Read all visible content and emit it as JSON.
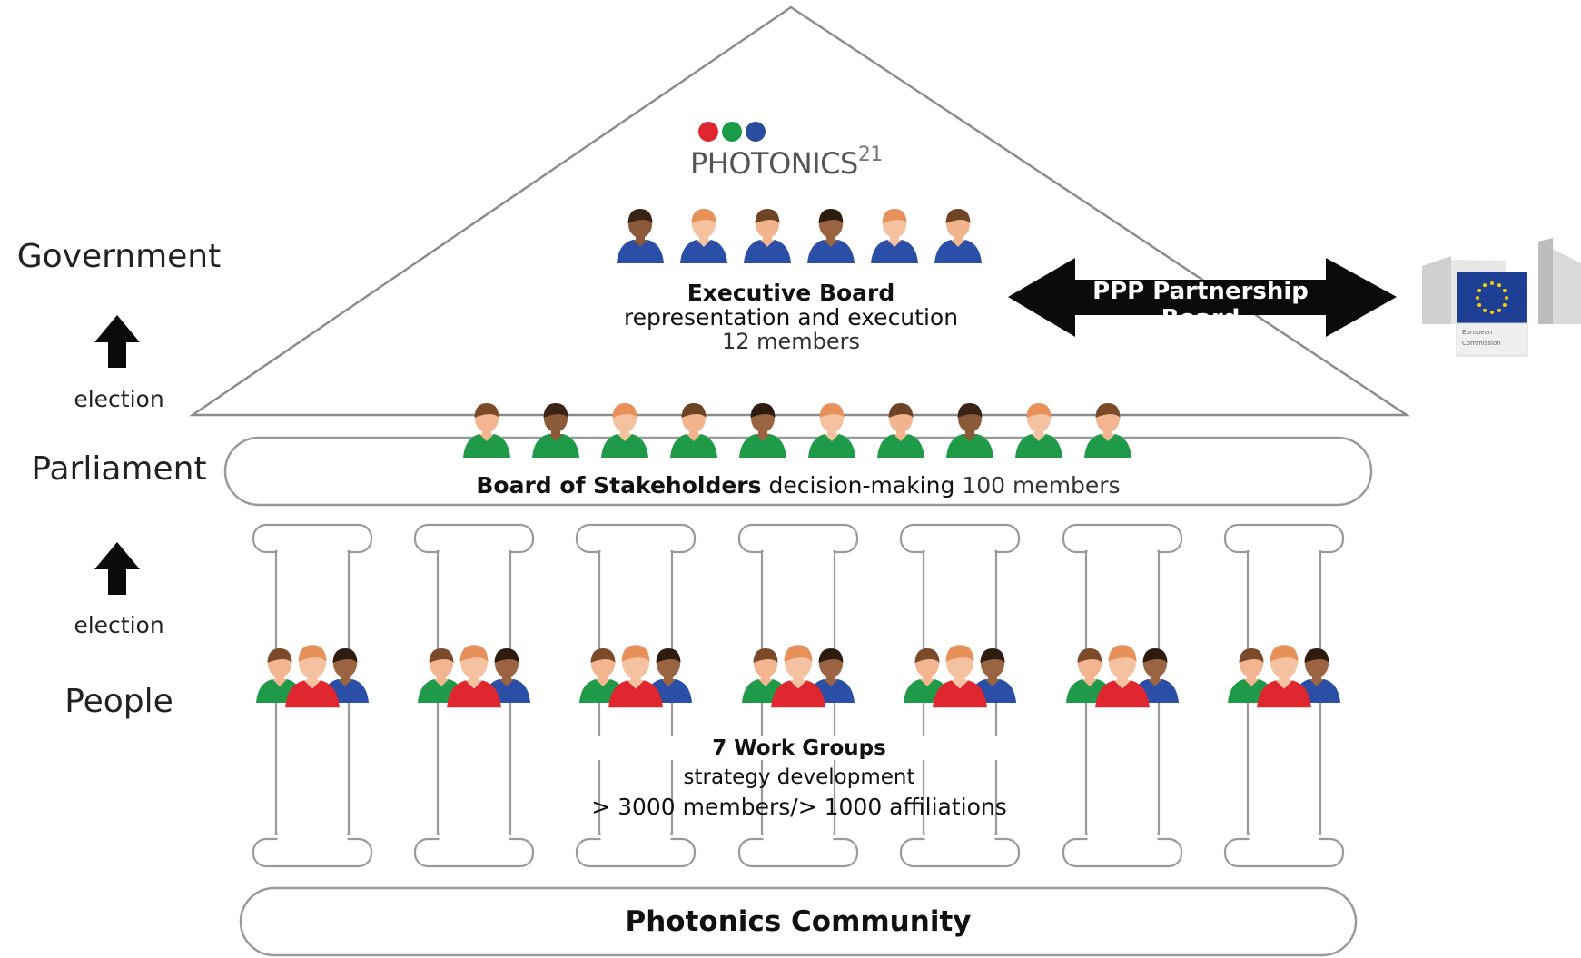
{
  "levels": {
    "government": "Government",
    "parliament": "Parliament",
    "people": "People",
    "election_upper": "election",
    "election_lower": "election"
  },
  "logo": {
    "name": "PHOTONICS",
    "superscript": "21",
    "dot_colors": [
      "#e0262e",
      "#1a9b47",
      "#2a4da0"
    ]
  },
  "executive_board": {
    "title": "Executive Board",
    "role": "representation and execution",
    "members": "12 members",
    "shirt_color": "#2b4fa6"
  },
  "partnership": {
    "label": "PPP Partnership Board"
  },
  "ec_logo": {
    "icon": "european-commission-logo",
    "caption_line1": "European",
    "caption_line2": "Commission"
  },
  "stakeholders": {
    "title": "Board of Stakeholders",
    "role": "decision-making",
    "members": "100 members",
    "shirt_color": "#1e9a48"
  },
  "work_groups": {
    "title": "7 Work Groups",
    "role": "strategy development",
    "members": "> 3000 members/> 1000 affiliations",
    "group_count": 7,
    "shirt_colors": [
      "#1e9a48",
      "#e0262e",
      "#2b4fa6"
    ]
  },
  "community": {
    "label": "Photonics Community"
  }
}
